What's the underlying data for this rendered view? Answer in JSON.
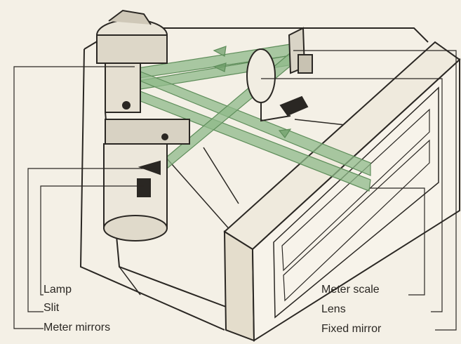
{
  "labels": {
    "lamp": "Lamp",
    "slit": "Slit",
    "meter_mirrors": "Meter mirrors",
    "meter_scale": "Meter scale",
    "lens": "Lens",
    "fixed_mirror": "Fixed mirror"
  },
  "colors": {
    "paper": "#f4f0e6",
    "ink": "#2a2723",
    "light_beam": "#8fb98a",
    "beam_edge": "#5e8d5a"
  }
}
